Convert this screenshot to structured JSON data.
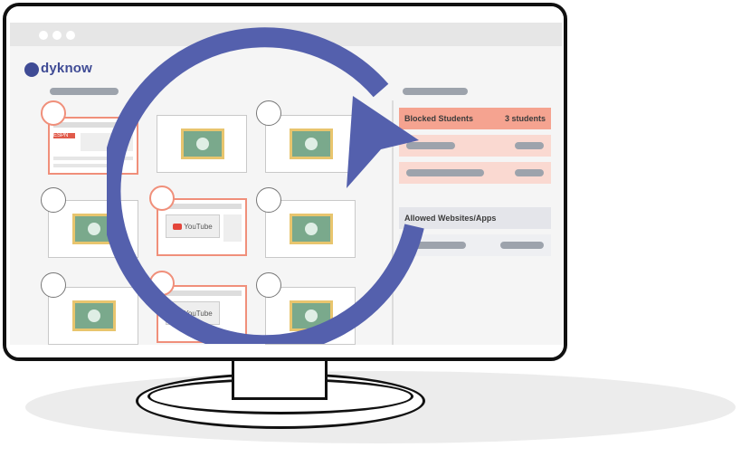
{
  "brand": {
    "name": "dyknow",
    "color": "#3f4b95"
  },
  "colors": {
    "accent": "#5460ad",
    "alert": "#f08f7a",
    "alert_bg": "#fad9d1"
  },
  "panel": {
    "blocked_label": "Blocked Students",
    "blocked_count": "3 students",
    "allowed_label": "Allowed Websites/Apps"
  },
  "tiles": [
    {
      "content": "website",
      "alert": true,
      "label": "ESPN"
    },
    {
      "content": "classroom",
      "alert": false
    },
    {
      "content": "classroom",
      "alert": false
    },
    {
      "content": "classroom",
      "alert": false
    },
    {
      "content": "video",
      "alert": true,
      "label": "YouTube"
    },
    {
      "content": "classroom",
      "alert": false
    },
    {
      "content": "classroom",
      "alert": false
    },
    {
      "content": "video",
      "alert": true,
      "label": "YouTube"
    },
    {
      "content": "classroom",
      "alert": false
    }
  ],
  "icons": [
    "refresh-arrow-icon",
    "window-dots-icon",
    "dyknow-logo-icon",
    "google-classroom-icon",
    "youtube-icon",
    "student-avatar-icon"
  ]
}
